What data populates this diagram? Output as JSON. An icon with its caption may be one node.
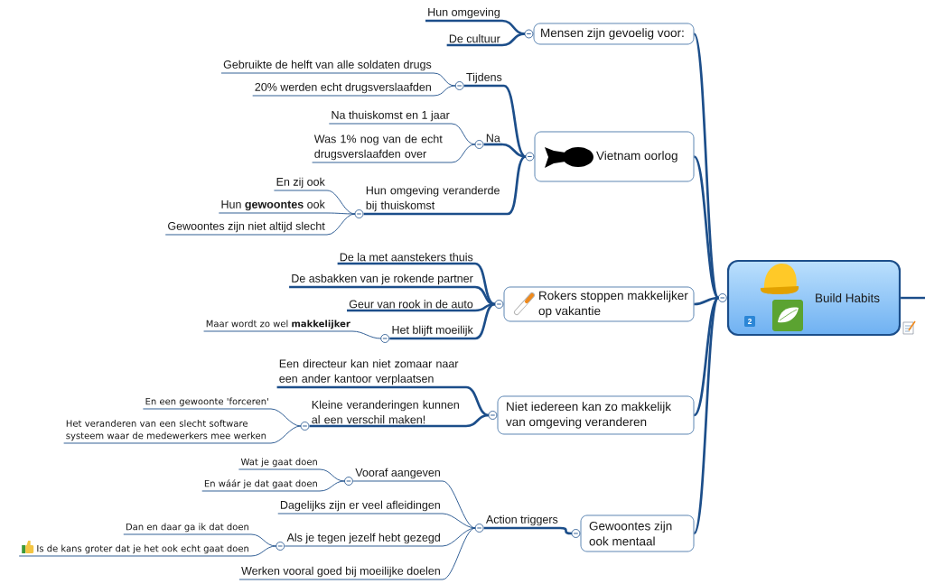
{
  "diagram": {
    "nodes": [
      {
        "text": [
          "Build Habits",
          "2"
        ]
      },
      {
        "text": [
          "Mensen zijn gevoelig voor:"
        ]
      },
      {
        "text": [
          "Hun omgeving"
        ]
      },
      {
        "text": [
          "De cultuur"
        ]
      },
      {
        "text": [
          "Vietnam oorlog"
        ]
      },
      {
        "text": [
          "Tijdens"
        ]
      },
      {
        "text": [
          "Gebruikte de helft van alle soldaten drugs"
        ]
      },
      {
        "text": [
          "20% werden echt drugsverslaafden"
        ]
      },
      {
        "text": [
          "Na"
        ]
      },
      {
        "text": [
          "Na thuiskomst en 1 jaar"
        ]
      },
      {
        "text": [
          "Was 1% nog van de echt drugsverslaafden over"
        ]
      },
      {
        "text": [
          "Hun omgeving veranderde bij thuiskomst"
        ]
      },
      {
        "text": [
          "En zij ook"
        ]
      },
      {
        "text": [
          "Hun **gewoontes** ook"
        ]
      },
      {
        "text": [
          "Gewoontes zijn niet altijd slecht"
        ]
      },
      {
        "text": [
          "Rokers stoppen makkelijker op vakantie"
        ]
      },
      {
        "text": [
          "De la met aanstekers thuis"
        ]
      },
      {
        "text": [
          "De asbakken van je rokende partner"
        ]
      },
      {
        "text": [
          "Geur van rook in de auto"
        ]
      },
      {
        "text": [
          "Het blijft moeilijk"
        ]
      },
      {
        "text": [
          "Maar wordt zo wel **makkelijker**"
        ]
      },
      {
        "text": [
          "Niet iedereen kan zo makkelijk van omgeving veranderen"
        ]
      },
      {
        "text": [
          "Een directeur kan niet zomaar naar een ander kantoor verplaatsen"
        ]
      },
      {
        "text": [
          "Kleine veranderingen kunnen al een verschil maken!"
        ]
      },
      {
        "text": [
          "En een gewoonte 'forceren'"
        ]
      },
      {
        "text": [
          "Het veranderen van een slecht software systeem waar de medewerkers mee werken"
        ]
      },
      {
        "text": [
          "Gewoontes zijn ook mentaal"
        ]
      },
      {
        "text": [
          "Action triggers"
        ]
      },
      {
        "text": [
          "Vooraf aangeven"
        ]
      },
      {
        "text": [
          "Wat je gaat doen"
        ]
      },
      {
        "text": [
          "En wáár je dat gaat doen"
        ]
      },
      {
        "text": [
          "Dagelijks zijn er veel afleidingen"
        ]
      },
      {
        "text": [
          "Als je tegen jezelf hebt gezegd"
        ]
      },
      {
        "text": [
          "Dan en daar ga ik dat doen"
        ]
      },
      {
        "text": [
          "Is de kans groter dat je het ook echt gaat doen"
        ]
      },
      {
        "text": [
          "Werken vooral goed bij moeilijke doelen"
        ]
      }
    ],
    "edges": [
      {
        "from": 0,
        "to": 1,
        "arrow": "none",
        "style": "thick"
      },
      {
        "from": 0,
        "to": 4,
        "arrow": "none",
        "style": "thick"
      },
      {
        "from": 0,
        "to": 15,
        "arrow": "none",
        "style": "thick"
      },
      {
        "from": 0,
        "to": 21,
        "arrow": "none",
        "style": "thick"
      },
      {
        "from": 0,
        "to": 26,
        "arrow": "none",
        "style": "thick"
      },
      {
        "from": 0,
        "to": null,
        "arrow": "none",
        "style": "thick"
      },
      {
        "from": 1,
        "to": 2,
        "arrow": "none",
        "style": "thick"
      },
      {
        "from": 1,
        "to": 3,
        "arrow": "none",
        "style": "thick"
      },
      {
        "from": 4,
        "to": 5,
        "arrow": "none",
        "style": "thick"
      },
      {
        "from": 5,
        "to": 6,
        "arrow": "none"
      },
      {
        "from": 5,
        "to": 7,
        "arrow": "none"
      },
      {
        "from": 4,
        "to": 8,
        "arrow": "none",
        "style": "thick"
      },
      {
        "from": 8,
        "to": 9,
        "arrow": "none"
      },
      {
        "from": 8,
        "to": 10,
        "arrow": "none"
      },
      {
        "from": 4,
        "to": 11,
        "arrow": "none",
        "style": "thick"
      },
      {
        "from": 11,
        "to": 12,
        "arrow": "none"
      },
      {
        "from": 11,
        "to": 13,
        "arrow": "none"
      },
      {
        "from": 11,
        "to": 14,
        "arrow": "none"
      },
      {
        "from": 15,
        "to": 16,
        "arrow": "none",
        "style": "thick"
      },
      {
        "from": 15,
        "to": 17,
        "arrow": "none",
        "style": "thick"
      },
      {
        "from": 15,
        "to": 18,
        "arrow": "none",
        "style": "thick"
      },
      {
        "from": 15,
        "to": 19,
        "arrow": "none",
        "style": "thick"
      },
      {
        "from": 19,
        "to": 20,
        "arrow": "none"
      },
      {
        "from": 21,
        "to": 22,
        "arrow": "none",
        "style": "thick"
      },
      {
        "from": 21,
        "to": 23,
        "arrow": "none",
        "style": "thick"
      },
      {
        "from": 23,
        "to": 24,
        "arrow": "none"
      },
      {
        "from": 23,
        "to": 25,
        "arrow": "none"
      },
      {
        "from": 26,
        "to": 27,
        "arrow": "none",
        "style": "thick"
      },
      {
        "from": 27,
        "to": 28,
        "arrow": "none"
      },
      {
        "from": 28,
        "to": 29,
        "arrow": "none"
      },
      {
        "from": 28,
        "to": 30,
        "arrow": "none"
      },
      {
        "from": 27,
        "to": 31,
        "arrow": "none"
      },
      {
        "from": 27,
        "to": 32,
        "arrow": "none"
      },
      {
        "from": 32,
        "to": 33,
        "arrow": "none"
      },
      {
        "from": 32,
        "to": 34,
        "arrow": "none"
      },
      {
        "from": 27,
        "to": 35,
        "arrow": "none"
      }
    ]
  }
}
